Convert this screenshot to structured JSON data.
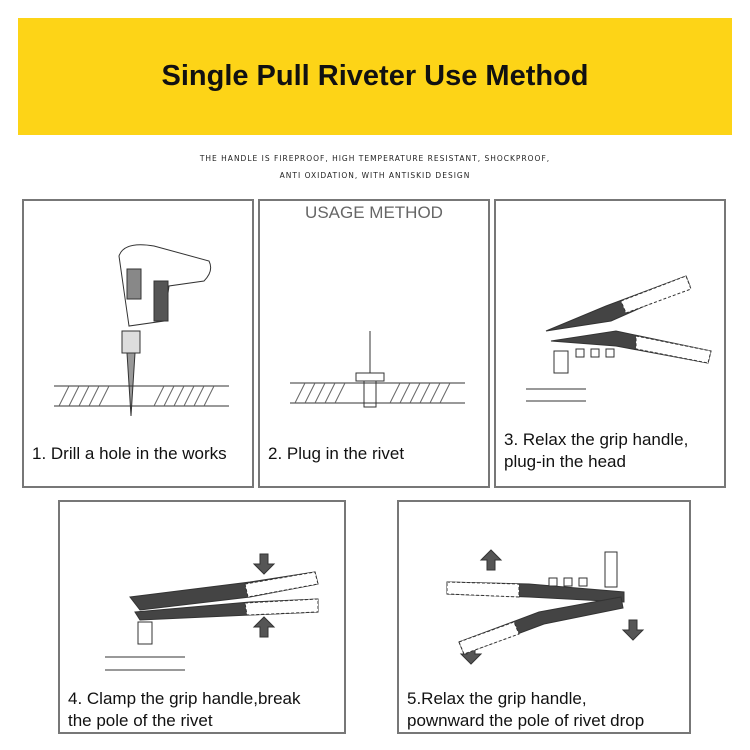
{
  "title": "Single Pull Riveter Use Method",
  "subtitle": [
    "THE HANDLE IS FIREPROOF, HIGH TEMPERATURE RESISTANT, SHOCKPROOF,",
    "ANTI OXIDATION, WITH ANTISKID DESIGN"
  ],
  "usage_label": "USAGE METHOD",
  "steps": [
    {
      "line1": "1. Drill a hole in the works"
    },
    {
      "line1": "2. Plug in the rivet"
    },
    {
      "line1": "3. Relax the grip handle,",
      "line2": "plug-in the head"
    },
    {
      "line1": "4. Clamp the grip handle,break",
      "line2": "the pole of the rivet"
    },
    {
      "line1": "5.Relax the grip handle,",
      "line2": "pownward the pole of rivet drop"
    }
  ]
}
